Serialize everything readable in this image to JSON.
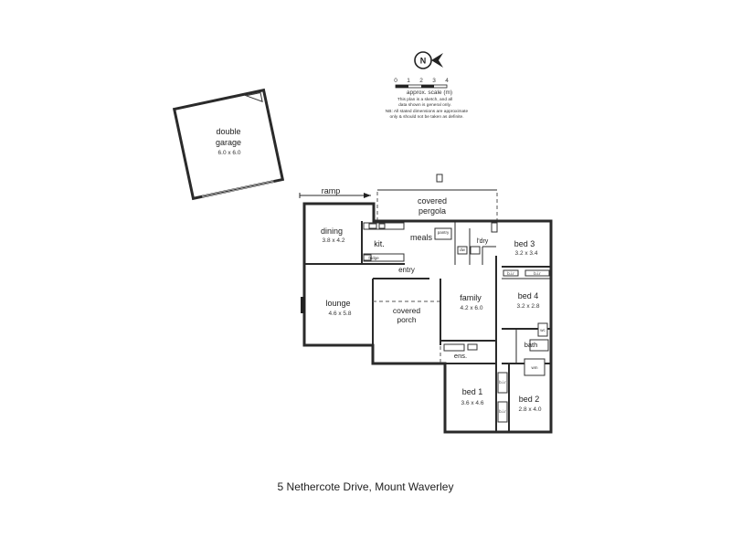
{
  "address": "5 Nethercote Drive, Mount Waverley",
  "legend": {
    "compass_letter": "N",
    "scale_ticks": [
      "0",
      "1",
      "2",
      "3",
      "4"
    ],
    "scale_label": "approx. scale (m)",
    "note1_line1": "This plan is a sketch, and all",
    "note1_line2": "data shown is general only.",
    "note2_line1": "NB: All stated dimensions are approximate",
    "note2_line2": "only & should not be taken as definite."
  },
  "garage": {
    "name_line1": "double",
    "name_line2": "garage",
    "dims": "6.0 x 6.0"
  },
  "rooms": {
    "ramp": "ramp",
    "pergola_line1": "covered",
    "pergola_line2": "pergola",
    "dining": {
      "name": "dining",
      "dims": "3.8 x 4.2"
    },
    "kitchen": "kit.",
    "meals": "meals",
    "pantry": "pantry",
    "fridge": "fridge",
    "dw": "dw",
    "ldry": "l'dry",
    "entry": "entry",
    "lounge": {
      "name": "lounge",
      "dims": "4.6 x 5.8"
    },
    "porch_line1": "covered",
    "porch_line2": "porch",
    "family": {
      "name": "family",
      "dims": "4.2 x 6.0"
    },
    "bed3": {
      "name": "bed 3",
      "dims": "3.2 x 3.4"
    },
    "bed4": {
      "name": "bed 4",
      "dims": "3.2 x 2.8"
    },
    "bath": "bath",
    "ens": "ens.",
    "bed1": {
      "name": "bed 1",
      "dims": "3.6 x 4.6"
    },
    "bed2": {
      "name": "bed 2",
      "dims": "2.8 x 4.0"
    },
    "bir": "b.i.r",
    "wc": "wc",
    "wm": "wm"
  }
}
